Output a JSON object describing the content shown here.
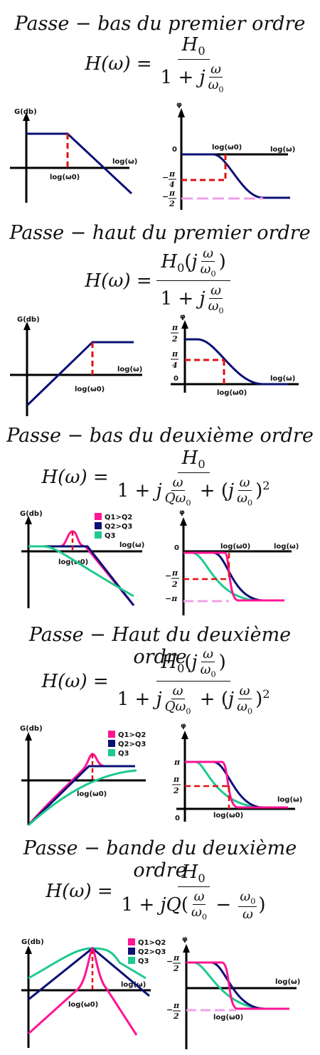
{
  "labels": {
    "gain_axis": "G(db)",
    "phase_axis": "φ",
    "log_w": "log(ω)",
    "log_w0": "log(ω0)",
    "zero": "0",
    "pi": "π",
    "minus_pi": "−π",
    "two": "2",
    "four": "4",
    "minus": "−"
  },
  "legend": {
    "q1": "Q1>Q2",
    "q2": "Q2>Q3",
    "q3": "Q3",
    "colors": {
      "q1": "#ff1493",
      "q2": "#0b1075",
      "q3": "#1fc98f"
    }
  },
  "sections": [
    {
      "title": "Passe − bas du premier ordre",
      "formula_lhs": "H(ω) =",
      "num": "H0",
      "den": "1 + j ω/ω0"
    },
    {
      "title": "Passe − haut du premier ordre",
      "formula_lhs": "H(ω) =",
      "num": "H0(j ω/ω0)",
      "den": "1 + j ω/ω0"
    },
    {
      "title": "Passe − bas du deuxième ordre",
      "formula_lhs": "H(ω) =",
      "num": "H0",
      "den": "1 + j ω/(Qω0) + (j ω/ω0)^2"
    },
    {
      "title": "Passe − Haut du deuxième ordre",
      "formula_lhs": "H(ω) =",
      "num": "H0(j ω/ω0)",
      "den": "1 + j ω/(Qω0) + (j ω/ω0)^2"
    },
    {
      "title": "Passe − bande du deuxième ordre",
      "formula_lhs": "H(ω) =",
      "num": "H0",
      "den": "1 + jQ(ω/ω0 − ω0/ω)"
    }
  ]
}
